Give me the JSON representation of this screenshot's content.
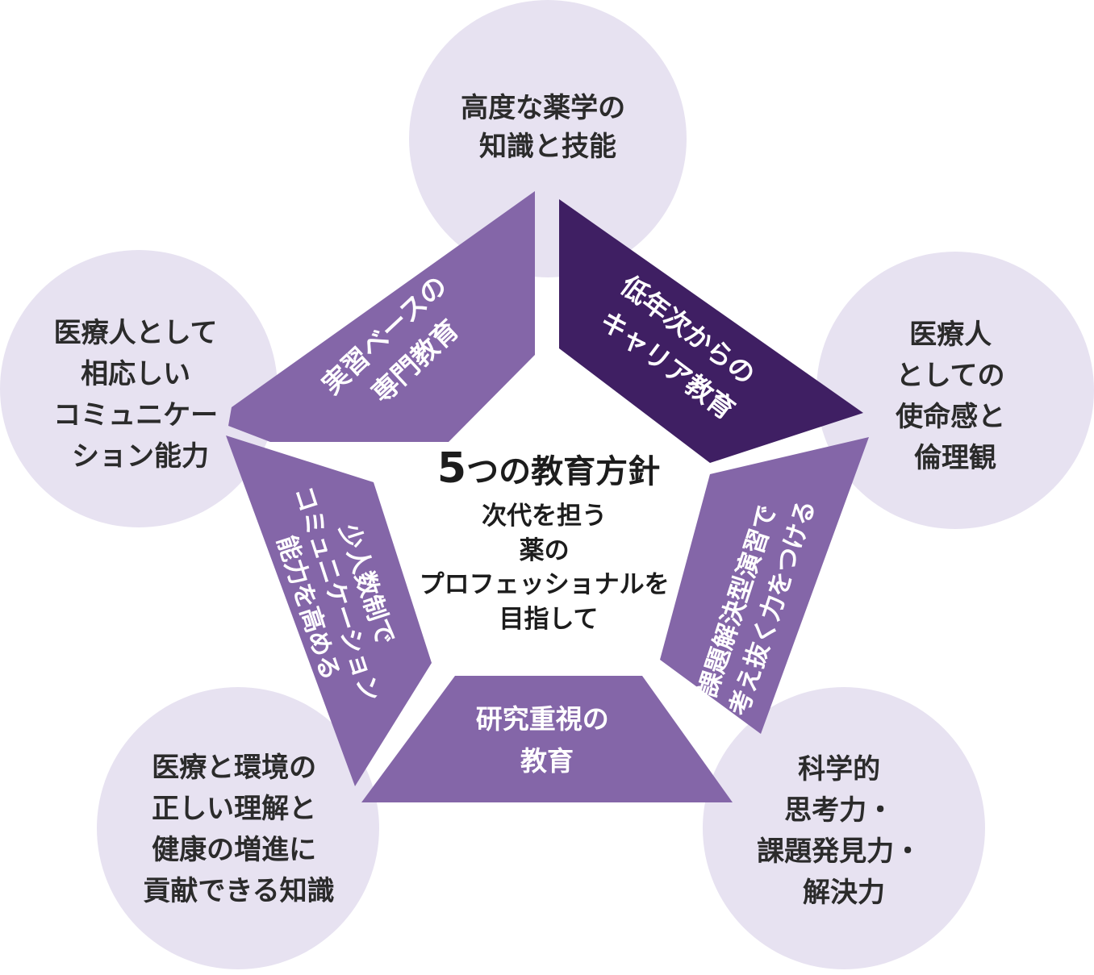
{
  "colors": {
    "circle": "#e7e2f1",
    "segment": "#8466a8",
    "segment_dark": "#3f1f63",
    "text_dark": "#2b2b2b"
  },
  "center": {
    "title_number": "5",
    "title": "つの教育方針",
    "subtitle_lines": [
      "次代を担う",
      "薬の",
      "プロフェッショナルを",
      "目指して"
    ]
  },
  "segments": {
    "top_left": [
      "実習ベースの",
      "専門教育"
    ],
    "top_right": [
      "低年次からの",
      "キャリア教育"
    ],
    "right": [
      "課題解決型演習で",
      "考え抜く力をつける"
    ],
    "bottom": [
      "研究重視の",
      "教育"
    ],
    "left": [
      "少人数制で",
      "コミュニケーション",
      "能力を高める"
    ]
  },
  "circles": {
    "top": [
      "高度な薬学の",
      "知識と技能"
    ],
    "left": [
      "医療人として",
      "相応しい",
      "コミュニケー",
      "ション能力"
    ],
    "right": [
      "医療人",
      "としての",
      "使命感と",
      "倫理観"
    ],
    "bottom_left": [
      "医療と環境の",
      "正しい理解と",
      "健康の増進に",
      "貢献できる知識"
    ],
    "bottom_right": [
      "科学的",
      "思考力・",
      "課題発見力・",
      "解決力"
    ]
  }
}
